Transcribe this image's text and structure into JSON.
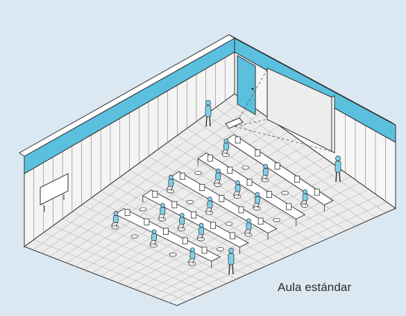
{
  "caption": {
    "text": "Aula estándar"
  },
  "palette": {
    "background": "#dbe8f2",
    "accent": "#5bc0de",
    "figure": "#7fd0e8",
    "wall": "#f6f6f6",
    "floor": "#ececec",
    "line": "#2b2b2b"
  },
  "scene": {
    "rows": [
      {
        "desks": 5
      },
      {
        "desks": 5
      },
      {
        "desks": 5
      },
      {
        "desks": 5
      },
      {
        "desks": 5
      }
    ],
    "students_per_desk": 1,
    "teachers": 3
  }
}
